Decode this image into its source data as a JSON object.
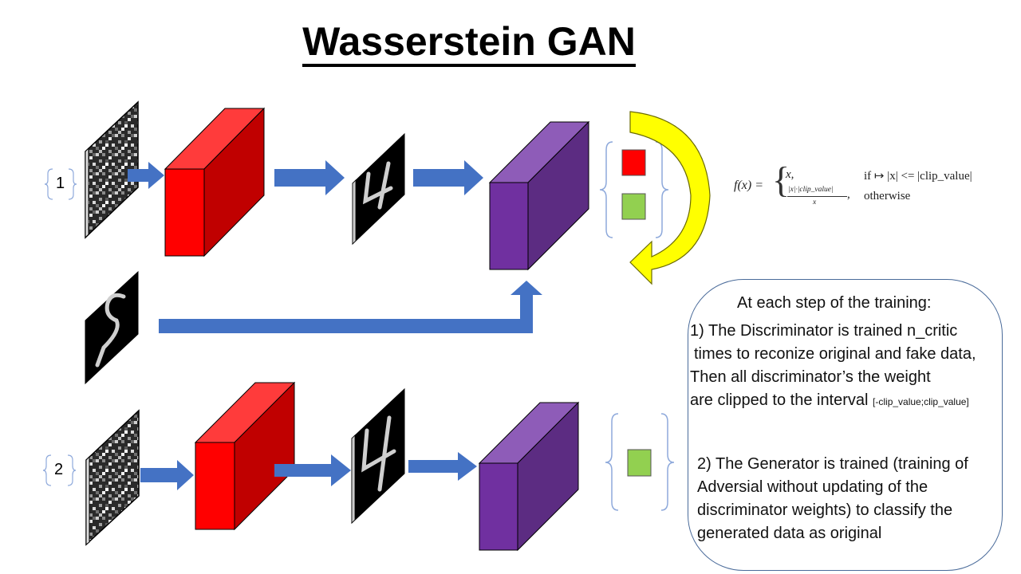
{
  "title": "Wasserstein GAN",
  "steps": {
    "step1": "1",
    "step2": "2"
  },
  "formula": {
    "lhs": "f(x) =",
    "brace": "{",
    "case1": "x,",
    "case2_numerator": "|x|·|clip_value|",
    "case2_denominator": "x",
    "case2_comma": ",",
    "cond1": "if ↦ |x| <= |clip_value|",
    "cond2": "otherwise"
  },
  "textbox": {
    "heading": "At each step of the training:",
    "p1_line1": "1)   The Discriminator is trained n_critic",
    "p1_line2": "times to reconize original and fake data,",
    "p1_line3": "Then all discriminator’s the weight",
    "p1_line4": "are clipped to the interval ",
    "p1_interval": "[-clip_value;clip_value]",
    "p2_line1": "2) The Generator is trained (training of",
    "p2_line2": "Adversial without updating of the",
    "p2_line3": "discriminator weights) to classify the",
    "p2_line4": "generated data as original"
  },
  "colors": {
    "arrow": "#4472C4",
    "generator_front": "#FF0000",
    "generator_side": "#C00000",
    "discriminator_front": "#7030A0",
    "discriminator_side": "#5C2C82",
    "discriminator_top": "#8E5CB8",
    "output_fake": "#FF0000",
    "output_real": "#92D050",
    "loop_arrow": "#FFFF00",
    "bracket": "#8EA9DB"
  },
  "icons": {
    "noise": "noise-image-icon",
    "digit_generated": "digit-4-image-icon",
    "digit_real": "digit-5-image-icon"
  }
}
